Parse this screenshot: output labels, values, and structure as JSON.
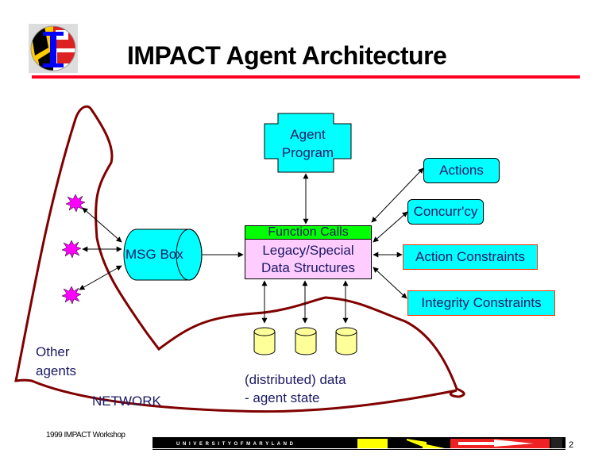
{
  "slide": {
    "title": "IMPACT Agent Architecture",
    "footer": "1999 IMPACT Workshop",
    "page_number": "2",
    "university_banner": "U N I V E R S I T Y   O F   M A R Y L A N D",
    "colors": {
      "accent_rule": "#ff0022",
      "network_curve": "#800000",
      "component_fill": "#00ffff",
      "function_calls_fill": "#00ff00",
      "data_structures_fill": "#ffccff",
      "agent_fill": "#ff00ff",
      "database_fill": "#ffff99",
      "text": "#1a1a66"
    }
  },
  "diagram": {
    "agent_program": {
      "line1": "Agent",
      "line2": "Program"
    },
    "function_calls": "Function Calls",
    "data_structures": {
      "line1": "Legacy/Special",
      "line2": "Data Structures"
    },
    "msg_box": "MSG Box",
    "right_components": [
      {
        "label": "Actions"
      },
      {
        "label": "Concurr'cy"
      },
      {
        "label": "Action Constraints"
      },
      {
        "label": "Integrity Constraints"
      }
    ],
    "other_agents": {
      "line1": "Other",
      "line2": "agents"
    },
    "network_label": "NETWORK",
    "data_label": {
      "line1": "(distributed) data",
      "line2": "- agent state"
    },
    "other_agent_count": 3,
    "datastore_count": 3
  }
}
